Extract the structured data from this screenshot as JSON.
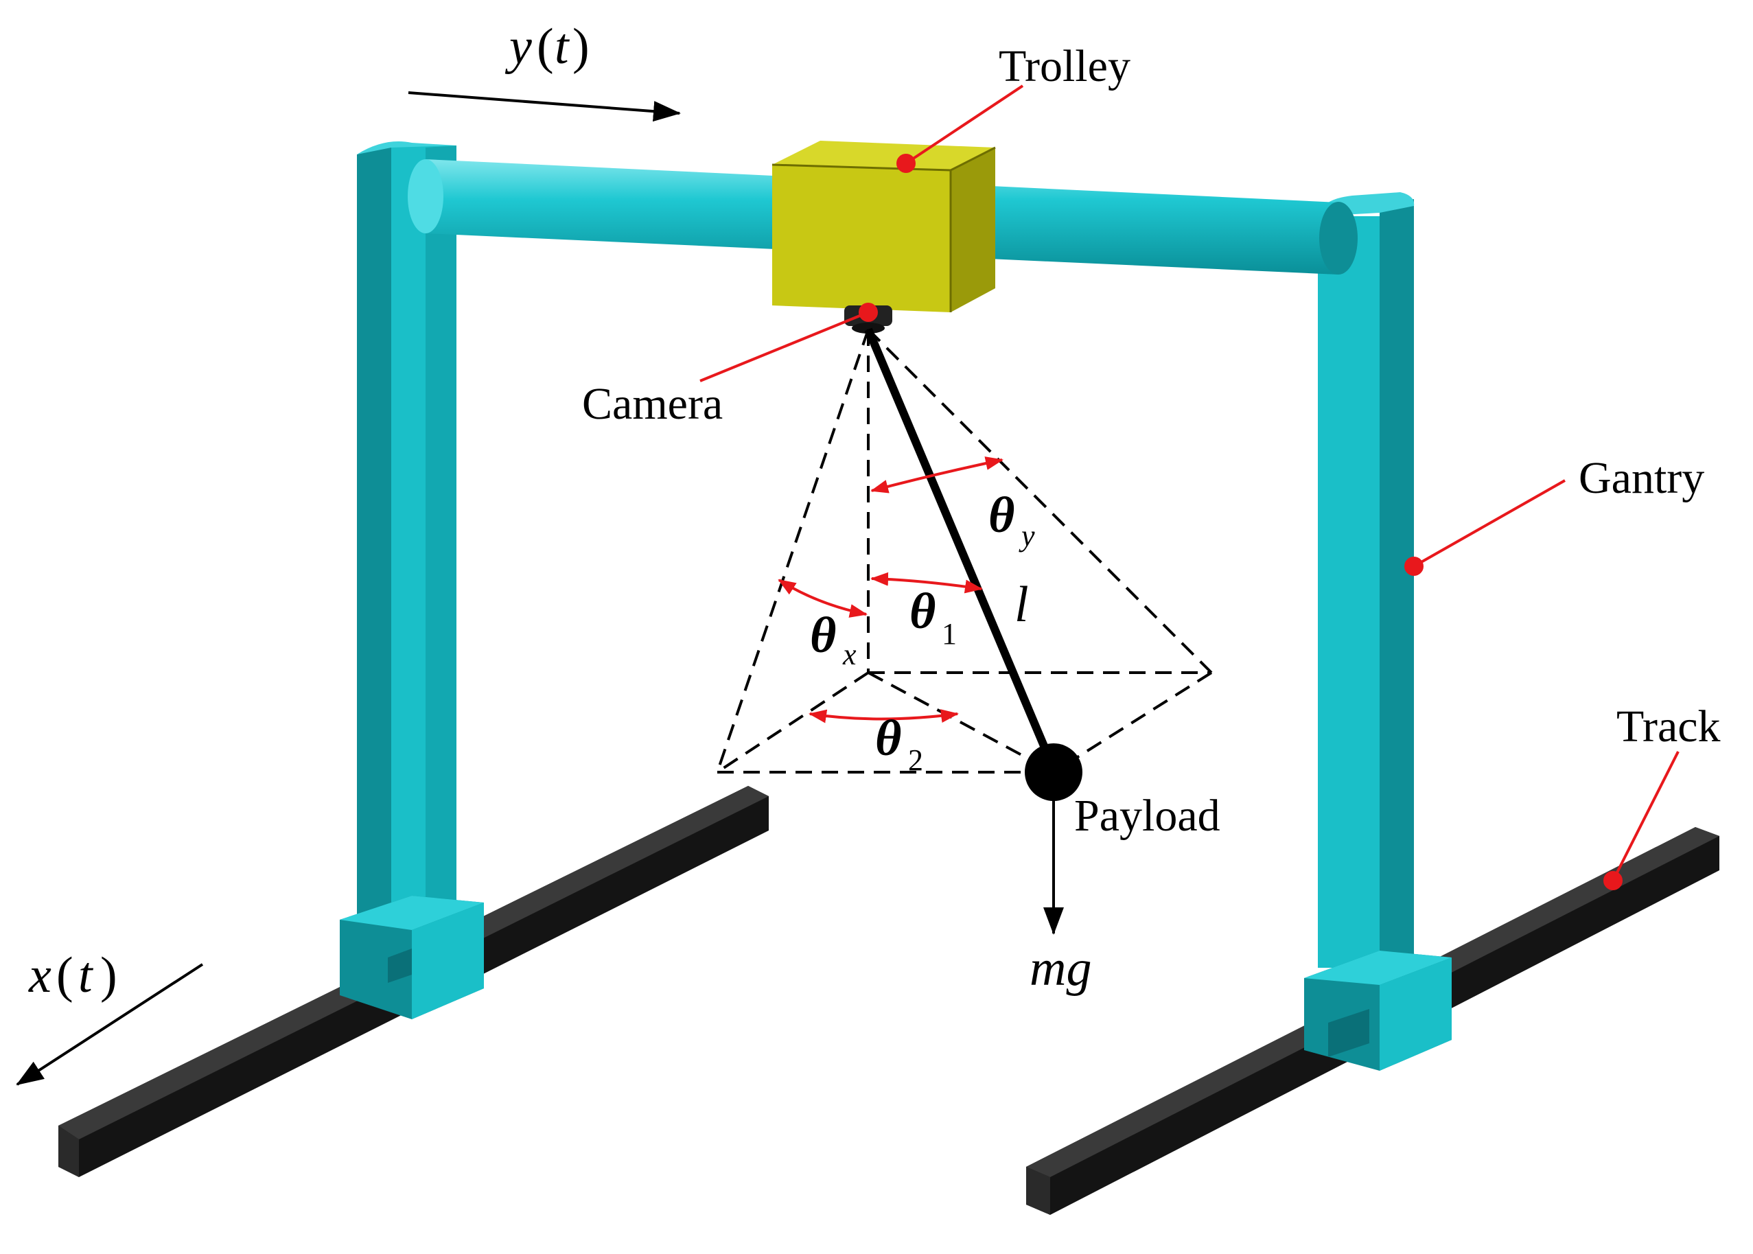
{
  "labels": {
    "trolley": "Trolley",
    "camera": "Camera",
    "gantry": "Gantry",
    "track": "Track",
    "payload": "Payload",
    "y_motion_var": "y",
    "y_motion_arg": "t",
    "x_motion_var": "x",
    "x_motion_arg": "t",
    "gravity_force": "mg",
    "rope_length": "l",
    "theta_symbol": "θ",
    "theta_y_sub": "y",
    "theta_x_sub": "x",
    "theta_1_sub": "1",
    "theta_2_sub": "2"
  },
  "colors": {
    "gantry": "#1ABFC8",
    "gantry_dark": "#0E8E96",
    "trolley": "#C8C814",
    "track": "#1C1C1C",
    "annotation": "#E8181C",
    "rope": "#000000"
  }
}
